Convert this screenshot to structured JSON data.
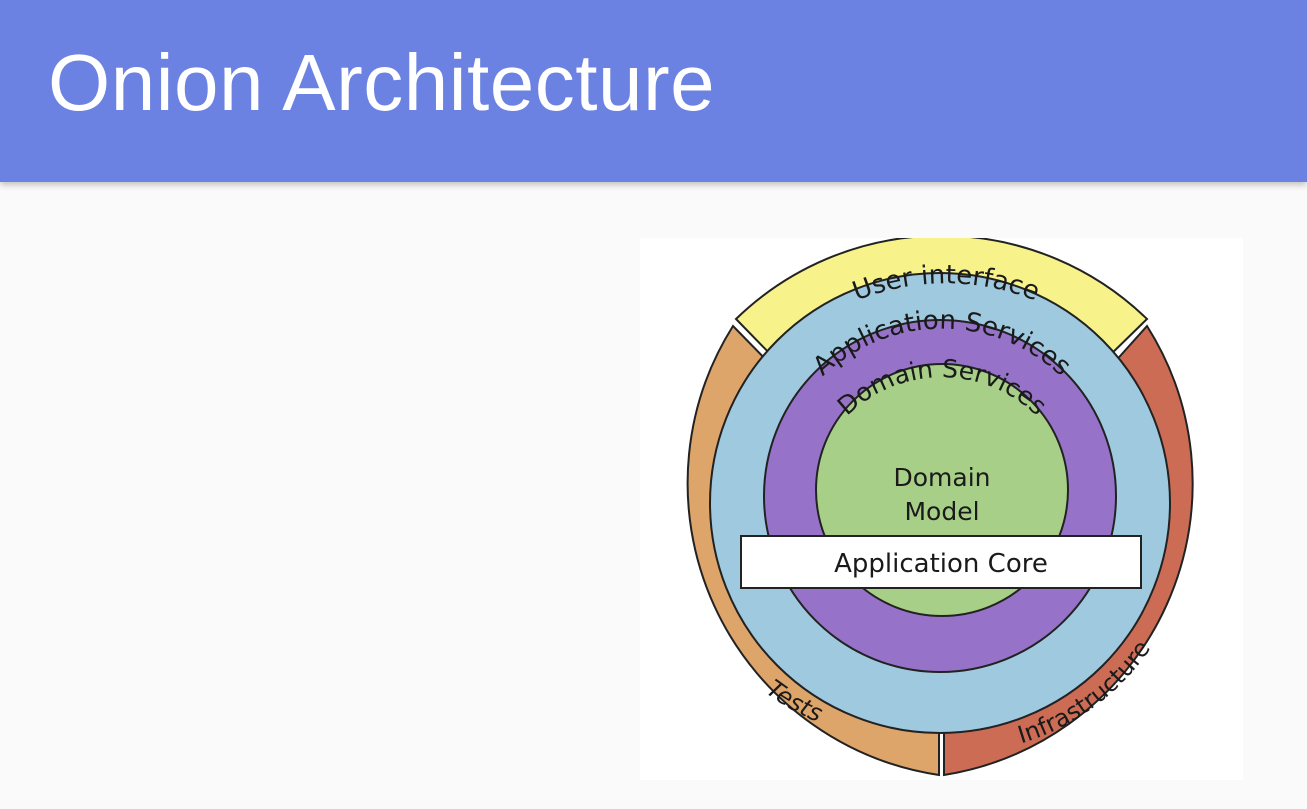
{
  "header": {
    "title": "Onion Architecture",
    "background_color": "#6b82e2"
  },
  "diagram": {
    "layers": {
      "user_interface": {
        "label": "User interface",
        "color": "#f7f38a"
      },
      "tests": {
        "label": "Tests",
        "color": "#dea56b"
      },
      "infrastructure": {
        "label": "Infrastructure",
        "color": "#cd6c55"
      },
      "application_services": {
        "label": "Application Services",
        "color": "#9fc9de"
      },
      "domain_services": {
        "label": "Domain Services",
        "color": "#9673c9"
      },
      "domain_model": {
        "line1": "Domain",
        "line2": "Model",
        "color": "#a7cf87"
      },
      "application_core": {
        "label": "Application Core",
        "color": "#ffffff"
      }
    }
  }
}
